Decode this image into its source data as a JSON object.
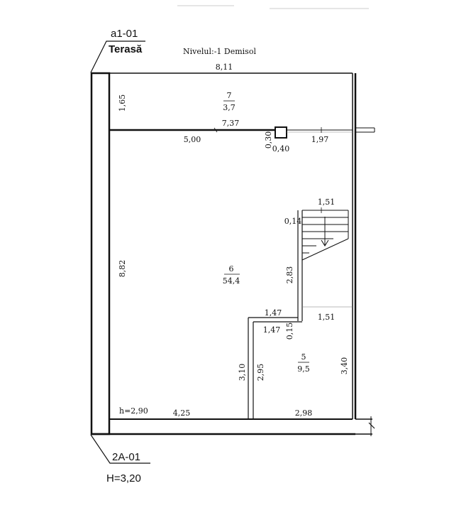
{
  "header": {
    "tag_top": "a1-01",
    "tag_top_sub": "Terasă",
    "level_title": "Nivelul:-1 Demisol",
    "tag_bottom": "2A-01",
    "tag_bottom_sub": "H=3,20"
  },
  "rooms": {
    "r7": {
      "number": "7",
      "area": "3,7"
    },
    "r6": {
      "number": "6",
      "area": "54,4"
    },
    "r5": {
      "number": "5",
      "area": "9,5"
    }
  },
  "dimensions": {
    "top_width": "8,11",
    "upper_height": "1,65",
    "wall_length": "7,37",
    "wall_left": "5,00",
    "column_height": "0,30",
    "column_width": "0,40",
    "wall_right": "1,97",
    "stair_width": "1,51",
    "stair_offset": "0,14",
    "stair_length": "2,83",
    "main_height": "8,82",
    "step_top": "1,47",
    "step_bottom": "1,47",
    "step_gap": "0,15",
    "lower_right_width": "1,51",
    "partition_outer": "3,10",
    "partition_inner": "2,95",
    "right_height": "3,40",
    "ceiling_height": "h=2,90",
    "bottom_left": "4,25",
    "bottom_right": "2,98"
  }
}
